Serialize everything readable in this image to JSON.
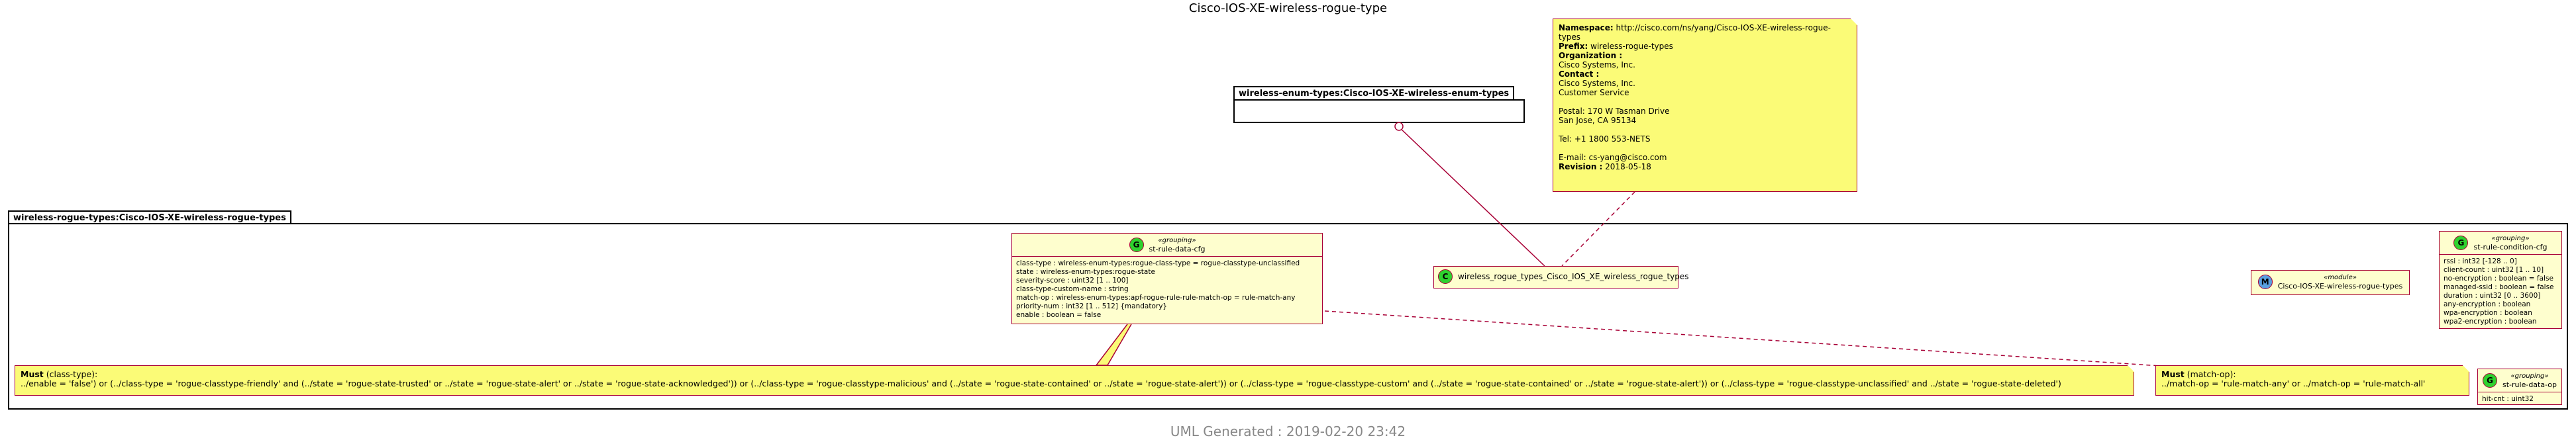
{
  "title": "Cisco-IOS-XE-wireless-rogue-type",
  "footer": "UML Generated : 2019-02-20 23:42",
  "packages": {
    "enum_types": "wireless-enum-types:Cisco-IOS-XE-wireless-enum-types",
    "rogue_types": "wireless-rogue-types:Cisco-IOS-XE-wireless-rogue-types"
  },
  "module_note": {
    "namespace_label": "Namespace:",
    "namespace": "http://cisco.com/ns/yang/Cisco-IOS-XE-wireless-rogue-types",
    "prefix_label": "Prefix:",
    "prefix": "wireless-rogue-types",
    "organization_label": "Organization :",
    "organization": "Cisco Systems, Inc.",
    "contact_label": "Contact :",
    "contact_lines": [
      "Cisco Systems, Inc.",
      "Customer Service",
      "",
      "Postal: 170 W Tasman Drive",
      "San Jose, CA 95134",
      "",
      "Tel: +1 1800 553-NETS",
      "",
      "E-mail: cs-yang@cisco.com"
    ],
    "revision_label": "Revision :",
    "revision": "2018-05-18"
  },
  "module_class": {
    "badge": "C",
    "name": "wireless_rogue_types_Cisco_IOS_XE_wireless_rogue_types"
  },
  "module_box": {
    "badge": "M",
    "stereotype": "«module»",
    "name": "Cisco-IOS-XE-wireless-rogue-types"
  },
  "rule_data_cfg": {
    "badge": "G",
    "stereotype": "«grouping»",
    "name": "st-rule-data-cfg",
    "attributes": [
      "class-type : wireless-enum-types:rogue-class-type   = rogue-classtype-unclassified",
      "state : wireless-enum-types:rogue-state",
      "severity-score : uint32 [1 .. 100]",
      "class-type-custom-name : string",
      "match-op : wireless-enum-types:apf-rogue-rule-rule-match-op   = rule-match-any",
      "priority-num : int32 [1 .. 512]   {mandatory}",
      "enable : boolean   = false"
    ]
  },
  "rule_condition_cfg": {
    "badge": "G",
    "stereotype": "«grouping»",
    "name": "st-rule-condition-cfg",
    "attributes": [
      "rssi : int32 [-128 .. 0]",
      "client-count : uint32 [1 .. 10]",
      "no-encryption : boolean   = false",
      "managed-ssid : boolean   = false",
      "duration : uint32 [0 .. 3600]",
      "any-encryption : boolean",
      "wpa-encryption : boolean",
      "wpa2-encryption : boolean"
    ]
  },
  "rule_data_op": {
    "badge": "G",
    "stereotype": "«grouping»",
    "name": "st-rule-data-op",
    "attributes": [
      "hit-cnt : uint32"
    ]
  },
  "must_class_type": {
    "label": "Must",
    "field": "(class-type):",
    "expr": "../enable = 'false') or (../class-type = 'rogue-classtype-friendly' and (../state = 'rogue-state-trusted' or ../state = 'rogue-state-alert' or ../state = 'rogue-state-acknowledged')) or (../class-type = 'rogue-classtype-malicious' and (../state = 'rogue-state-contained' or ../state = 'rogue-state-alert')) or (../class-type = 'rogue-classtype-custom' and (../state = 'rogue-state-contained' or ../state = 'rogue-state-alert')) or (../class-type = 'rogue-classtype-unclassified' and ../state = 'rogue-state-deleted')"
  },
  "must_match_op": {
    "label": "Must",
    "field": "(match-op):",
    "expr": "../match-op = 'rule-match-any' or ../match-op = 'rule-match-all'"
  },
  "colors": {
    "border": "#a80036",
    "note": "#fbfb77",
    "class_bg": "#fefece",
    "grouping_badge": "#2ed12e"
  }
}
